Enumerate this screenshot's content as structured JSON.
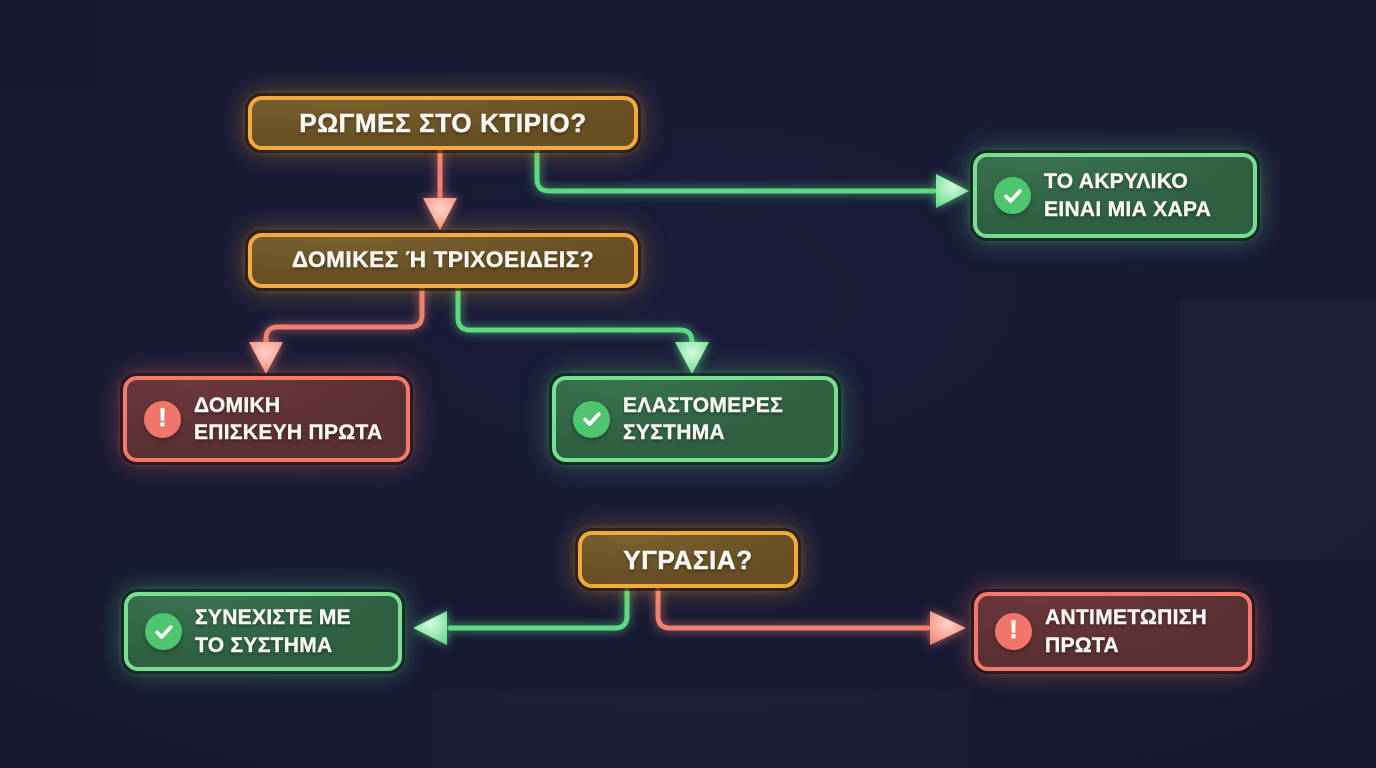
{
  "diagram": {
    "type": "flowchart",
    "language": "Greek",
    "background_color": "#171931",
    "colors": {
      "question_border": "#f2a93f",
      "question_fill": "#684f22",
      "positive_border": "#79dd92",
      "positive_fill": "#2f5f41",
      "negative_border": "#f3796b",
      "negative_fill": "#5a3033",
      "check_circle": "#4ec56f",
      "alert_circle": "#f0766b",
      "text": "#f8f7f3",
      "arrow_green": "#5bd981",
      "arrow_red": "#f0806f"
    },
    "nodes": {
      "cracks": {
        "label": "ΡΩΓΜΕΣ ΣΤΟ ΚΤΙΡΙΟ?",
        "kind": "question"
      },
      "crack_type": {
        "label": "ΔΟΜΙΚΕΣ Ή ΤΡΙΧΟΕΙΔΕΙΣ?",
        "kind": "question"
      },
      "acrylic_ok": {
        "line1": "ΤΟ ΑΚΡΥΛΙΚΟ",
        "line2": "ΕΙΝΑΙ ΜΙΑ ΧΑΡΑ",
        "kind": "positive",
        "icon": "check"
      },
      "structural_repair": {
        "line1": "ΔΟΜΙΚΗ",
        "line2": "ΕΠΙΣΚΕΥΗ ΠΡΩΤΑ",
        "kind": "negative",
        "icon": "alert"
      },
      "elastomeric": {
        "line1": "ΕΛΑΣΤΟΜΕΡΕΣ",
        "line2": "ΣΥΣΤΗΜΑ",
        "kind": "positive",
        "icon": "check"
      },
      "moisture": {
        "label": "ΥΓΡΑΣΙΑ?",
        "kind": "question"
      },
      "continue_system": {
        "line1": "ΣΥΝΕΧΙΣΤΕ ΜΕ",
        "line2": "ΤΟ ΣΥΣΤΗΜΑ",
        "kind": "positive",
        "icon": "check"
      },
      "treat_first": {
        "line1": "ΑΝΤΙΜΕΤΩΠΙΣΗ",
        "line2": "ΠΡΩΤΑ",
        "kind": "negative",
        "icon": "alert"
      }
    },
    "edges": [
      {
        "from": "cracks",
        "to": "crack_type",
        "color": "red"
      },
      {
        "from": "cracks",
        "to": "acrylic_ok",
        "color": "green"
      },
      {
        "from": "crack_type",
        "to": "structural_repair",
        "color": "red"
      },
      {
        "from": "crack_type",
        "to": "elastomeric",
        "color": "green"
      },
      {
        "from": "moisture",
        "to": "continue_system",
        "color": "green"
      },
      {
        "from": "moisture",
        "to": "treat_first",
        "color": "red"
      }
    ],
    "icons": {
      "alert_glyph": "!"
    }
  }
}
